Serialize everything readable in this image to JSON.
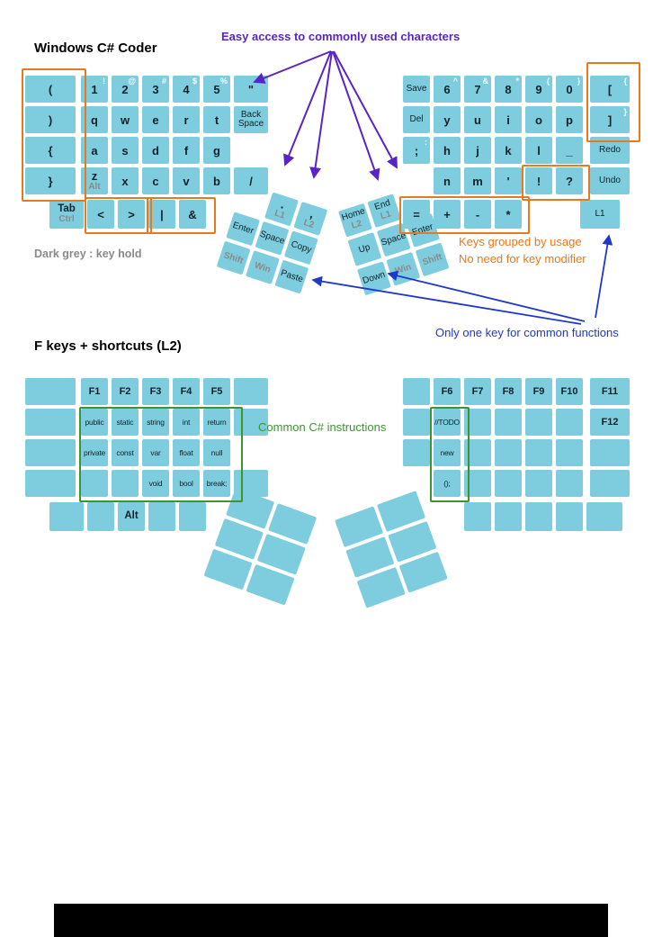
{
  "titles": {
    "main": "Windows C# Coder",
    "layer2": "F keys + shortcuts (L2)"
  },
  "annotations": {
    "easy_access": "Easy access to commonly used characters",
    "key_hold": "Dark grey : key hold",
    "grouped_usage": "Keys grouped by usage",
    "no_modifier": "No need for key modifier",
    "one_key": "Only one key for common functions",
    "csharp": "Common C# instructions"
  },
  "colors": {
    "key": "#7ECDDE",
    "orange": "#E8791D",
    "green": "#3E9430",
    "purple": "#5A23C8",
    "blue": "#2038C8",
    "grey_label": "#8a8a8a"
  },
  "keyboard_main": {
    "left_rows": [
      [
        {
          "t": "("
        },
        {
          "t": "1",
          "s": "!"
        },
        {
          "t": "2",
          "s": "@"
        },
        {
          "t": "3",
          "s": "#"
        },
        {
          "t": "4",
          "s": "$"
        },
        {
          "t": "5",
          "s": "%"
        },
        {
          "t": "\""
        }
      ],
      [
        {
          "t": ")"
        },
        {
          "t": "q"
        },
        {
          "t": "w"
        },
        {
          "t": "e"
        },
        {
          "t": "r"
        },
        {
          "t": "t"
        },
        {
          "t": "Back Space",
          "small": true
        }
      ],
      [
        {
          "t": "{"
        },
        {
          "t": "a"
        },
        {
          "t": "s"
        },
        {
          "t": "d"
        },
        {
          "t": "f"
        },
        {
          "t": "g"
        },
        null
      ],
      [
        {
          "t": "}"
        },
        {
          "t": "z",
          "h": "Alt"
        },
        {
          "t": "x"
        },
        {
          "t": "c"
        },
        {
          "t": "v"
        },
        {
          "t": "b"
        },
        {
          "t": "/"
        }
      ]
    ],
    "left_row5": [
      {
        "t": "Tab",
        "h": "Ctrl",
        "med": true
      },
      {
        "t": "<"
      },
      {
        "t": ">"
      },
      {
        "t": "|"
      },
      {
        "t": "&"
      }
    ],
    "left_thumb": [
      [
        null,
        {
          "t": ".",
          "h": "L1"
        },
        {
          "t": ",",
          "h": "L2"
        }
      ],
      [
        {
          "t": "Enter",
          "small": true
        },
        {
          "t": "Space",
          "small": true
        },
        {
          "t": "Copy",
          "small": true
        }
      ],
      [
        {
          "h": "Shift"
        },
        {
          "h": "Win"
        },
        {
          "t": "Paste",
          "small": true
        }
      ]
    ],
    "right_rows": [
      [
        {
          "t": "Save",
          "small": true
        },
        {
          "t": "6",
          "s": "^"
        },
        {
          "t": "7",
          "s": "&"
        },
        {
          "t": "8",
          "s": "*"
        },
        {
          "t": "9",
          "s": "("
        },
        {
          "t": "0",
          "s": ")"
        },
        {
          "t": "[",
          "s": "{"
        }
      ],
      [
        {
          "t": "Del",
          "small": true
        },
        {
          "t": "y"
        },
        {
          "t": "u"
        },
        {
          "t": "i"
        },
        {
          "t": "o"
        },
        {
          "t": "p"
        },
        {
          "t": "]",
          "s": "}"
        }
      ],
      [
        {
          "t": ";",
          "s": ":"
        },
        {
          "t": "h"
        },
        {
          "t": "j"
        },
        {
          "t": "k"
        },
        {
          "t": "l"
        },
        {
          "t": "_"
        },
        {
          "t": "Redo",
          "small": true
        }
      ],
      [
        null,
        {
          "t": "n"
        },
        {
          "t": "m"
        },
        {
          "t": "'"
        },
        {
          "t": "!"
        },
        {
          "t": "?"
        },
        {
          "t": "Undo",
          "small": true
        }
      ]
    ],
    "right_row5": [
      {
        "t": "="
      },
      {
        "t": "+"
      },
      {
        "t": "-"
      },
      {
        "t": "*"
      },
      {
        "t": "L1",
        "small": true
      }
    ],
    "right_thumb": [
      [
        {
          "t": "Home",
          "h": "L2",
          "small": true
        },
        {
          "t": "End",
          "h": "L1",
          "small": true
        },
        null
      ],
      [
        {
          "t": "Up",
          "small": true
        },
        {
          "t": "Space",
          "small": true
        },
        {
          "t": "Enter",
          "small": true
        }
      ],
      [
        {
          "t": "Down",
          "small": true
        },
        {
          "h": "Win"
        },
        {
          "h": "Shift"
        }
      ]
    ]
  },
  "keyboard_layer2": {
    "left_rows": [
      [
        {},
        {
          "t": "F1",
          "fk": true
        },
        {
          "t": "F2",
          "fk": true
        },
        {
          "t": "F3",
          "fk": true
        },
        {
          "t": "F4",
          "fk": true
        },
        {
          "t": "F5",
          "fk": true
        },
        {}
      ],
      [
        {},
        {
          "t": "public",
          "code": true
        },
        {
          "t": "static",
          "code": true
        },
        {
          "t": "string",
          "code": true
        },
        {
          "t": "int",
          "code": true
        },
        {
          "t": "return",
          "code": true
        },
        {}
      ],
      [
        {},
        {
          "t": "private",
          "code": true
        },
        {
          "t": "const",
          "code": true
        },
        {
          "t": "var",
          "code": true
        },
        {
          "t": "float",
          "code": true
        },
        {
          "t": "null",
          "code": true
        },
        null
      ],
      [
        {},
        {},
        {},
        {
          "t": "void",
          "code": true
        },
        {
          "t": "bool",
          "code": true
        },
        {
          "t": "break;",
          "code": true
        },
        {}
      ]
    ],
    "left_row5": [
      {},
      {},
      {
        "t": "Alt",
        "med": true
      },
      {},
      {}
    ],
    "left_thumb": [
      [
        {},
        {}
      ],
      [
        {},
        {}
      ],
      [
        {},
        {}
      ]
    ],
    "right_rows": [
      [
        {},
        {
          "t": "F6",
          "fk": true
        },
        {
          "t": "F7",
          "fk": true
        },
        {
          "t": "F8",
          "fk": true
        },
        {
          "t": "F9",
          "fk": true
        },
        {
          "t": "F10",
          "fk": true
        },
        {
          "t": "F11",
          "fk": true
        }
      ],
      [
        {},
        {
          "t": "//TODO",
          "code": true
        },
        {},
        {},
        {},
        {},
        {
          "t": "F12",
          "fk": true
        }
      ],
      [
        {},
        {
          "t": "new",
          "code": true
        },
        {},
        {},
        {},
        {},
        {}
      ],
      [
        null,
        {
          "t": "();",
          "code": true
        },
        {},
        {},
        {},
        {},
        {}
      ]
    ],
    "right_row5": [
      {},
      {},
      {},
      {},
      {}
    ],
    "right_thumb": [
      [
        {},
        {}
      ],
      [
        {},
        {}
      ],
      [
        {},
        {}
      ]
    ]
  }
}
